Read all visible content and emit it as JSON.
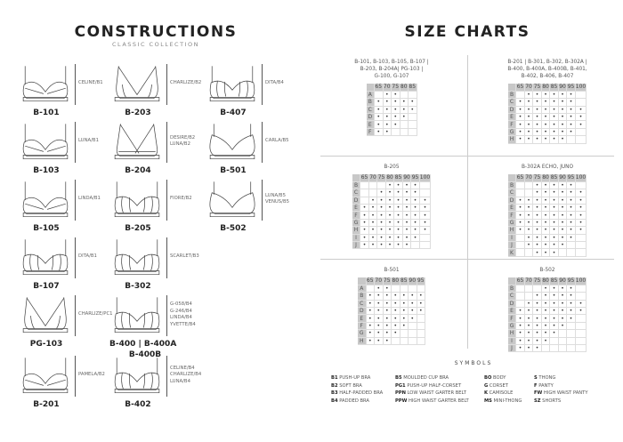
{
  "left": {
    "title": "CONSTRUCTIONS",
    "subtitle": "CLASSIC COLLECTION",
    "items": [
      {
        "code": "B-101",
        "labels": [
          "CELINE/B1"
        ],
        "style": "balconette"
      },
      {
        "code": "B-203",
        "labels": [
          "CHARLIZE/B2"
        ],
        "style": "plunge"
      },
      {
        "code": "B-407",
        "labels": [
          "DITA/B4"
        ],
        "style": "seamed"
      },
      {
        "code": "B-103",
        "labels": [
          "LUNA/B1"
        ],
        "style": "balconette"
      },
      {
        "code": "B-204",
        "labels": [
          "DESIRE/B2",
          "LUNA/B2"
        ],
        "style": "triangle"
      },
      {
        "code": "B-501",
        "labels": [
          "CARLA/B5"
        ],
        "style": "moulded"
      },
      {
        "code": "B-105",
        "labels": [
          "LINDA/B1"
        ],
        "style": "balconette"
      },
      {
        "code": "B-205",
        "labels": [
          "FIORE/B2"
        ],
        "style": "seamed"
      },
      {
        "code": "B-502",
        "labels": [
          "LUNA/B5",
          "VENUS/B5"
        ],
        "style": "moulded"
      },
      {
        "code": "B-107",
        "labels": [
          "DITA/B1"
        ],
        "style": "seamed"
      },
      {
        "code": "B-302",
        "labels": [
          "SCARLET/B3"
        ],
        "style": "seamed"
      },
      {
        "code": "PG-103",
        "labels": [
          "CHARLIZE/PC1"
        ],
        "style": "plunge"
      },
      {
        "code": "B-400 | B-400A",
        "code2": "B-400B",
        "labels": [
          "G-058/B4",
          "G-246/B4",
          "LINDA/B4",
          "YVETTE/B4"
        ],
        "style": "seamed"
      },
      {
        "code": "B-201",
        "labels": [
          "PAMELA/B2"
        ],
        "style": "balconette"
      },
      {
        "code": "B-402",
        "labels": [
          "CELINE/B4",
          "CHARLIZE/B4",
          "LUNA/B4"
        ],
        "style": "seamed"
      }
    ]
  },
  "right": {
    "title": "SIZE CHARTS",
    "charts": [
      {
        "heading": [
          "B-101, B-103, B-105, B-107 |",
          "B-203, B-204A| PG-103 |",
          "G-100, G-107"
        ],
        "cols": [
          "65",
          "70",
          "75",
          "80",
          "85"
        ],
        "rows": [
          [
            "A",
            "01100"
          ],
          [
            "B",
            "11111"
          ],
          [
            "C",
            "11111"
          ],
          [
            "D",
            "11110"
          ],
          [
            "E",
            "11100"
          ],
          [
            "F",
            "11000"
          ]
        ]
      },
      {
        "heading": [
          "B-201 | B-301, B-302, B-302A |",
          "B-400, B-400A, B-400B, B-401,",
          "B-402, B-406, B-407"
        ],
        "cols": [
          "65",
          "70",
          "75",
          "80",
          "85",
          "90",
          "95",
          "100"
        ],
        "rows": [
          [
            "B",
            "01111110"
          ],
          [
            "C",
            "11111110"
          ],
          [
            "D",
            "11111111"
          ],
          [
            "E",
            "11111111"
          ],
          [
            "F",
            "11111111"
          ],
          [
            "G",
            "11111110"
          ],
          [
            "H",
            "11111100"
          ]
        ]
      },
      {
        "heading": [
          "B-205"
        ],
        "cols": [
          "65",
          "70",
          "75",
          "80",
          "85",
          "90",
          "95",
          "100"
        ],
        "rows": [
          [
            "B",
            "00011110"
          ],
          [
            "C",
            "00111110"
          ],
          [
            "D",
            "01111111"
          ],
          [
            "E",
            "11111111"
          ],
          [
            "F",
            "11111111"
          ],
          [
            "G",
            "11111111"
          ],
          [
            "H",
            "11111111"
          ],
          [
            "I",
            "11111110"
          ],
          [
            "J",
            "11111100"
          ]
        ]
      },
      {
        "heading": [
          "B-302A ECHO, JUNO"
        ],
        "cols": [
          "65",
          "70",
          "75",
          "80",
          "85",
          "90",
          "95",
          "100"
        ],
        "rows": [
          [
            "B",
            "00111110"
          ],
          [
            "C",
            "00111111"
          ],
          [
            "D",
            "11111111"
          ],
          [
            "E",
            "11111111"
          ],
          [
            "F",
            "11111111"
          ],
          [
            "G",
            "11111111"
          ],
          [
            "H",
            "11111111"
          ],
          [
            "I",
            "01111110"
          ],
          [
            "J",
            "01111100"
          ],
          [
            "K",
            "00111000"
          ]
        ]
      },
      {
        "heading": [
          "B-501"
        ],
        "cols": [
          "65",
          "70",
          "75",
          "80",
          "85",
          "90",
          "95"
        ],
        "rows": [
          [
            "A",
            "0110000"
          ],
          [
            "B",
            "1111111"
          ],
          [
            "C",
            "1111111"
          ],
          [
            "D",
            "1111111"
          ],
          [
            "E",
            "1111110"
          ],
          [
            "F",
            "1111100"
          ],
          [
            "G",
            "1111000"
          ],
          [
            "H",
            "1110000"
          ]
        ]
      },
      {
        "heading": [
          "B-502"
        ],
        "cols": [
          "65",
          "70",
          "75",
          "80",
          "85",
          "90",
          "95",
          "100"
        ],
        "rows": [
          [
            "B",
            "00011110"
          ],
          [
            "C",
            "00111110"
          ],
          [
            "D",
            "01111111"
          ],
          [
            "E",
            "11111111"
          ],
          [
            "F",
            "11111110"
          ],
          [
            "G",
            "11111100"
          ],
          [
            "H",
            "11111000"
          ],
          [
            "I",
            "11110000"
          ],
          [
            "J",
            "11100000"
          ]
        ]
      }
    ],
    "symbols": {
      "title": "SYMBOLS",
      "columns": [
        [
          [
            "B1",
            "PUSH-UP BRA"
          ],
          [
            "B2",
            "SOFT BRA"
          ],
          [
            "B3",
            "HALF-PADDED BRA"
          ],
          [
            "B4",
            "PADDED BRA"
          ]
        ],
        [
          [
            "B5",
            "MOULDED CUP BRA"
          ],
          [
            "PG1",
            "PUSH-UP HALF-CORSET"
          ],
          [
            "PPN",
            "LOW WAIST GARTER BELT"
          ],
          [
            "PPW",
            "HIGH WAIST GARTER BELT"
          ]
        ],
        [
          [
            "BO",
            "BODY"
          ],
          [
            "G",
            "CORSET"
          ],
          [
            "K",
            "CAMISOLE"
          ],
          [
            "MS",
            "MINI-THONG"
          ]
        ],
        [
          [
            "S",
            "THONG"
          ],
          [
            "F",
            "PANTY"
          ],
          [
            "FW",
            "HIGH WAIST PANTY"
          ],
          [
            "SZ",
            "SHORTS"
          ]
        ]
      ]
    }
  }
}
